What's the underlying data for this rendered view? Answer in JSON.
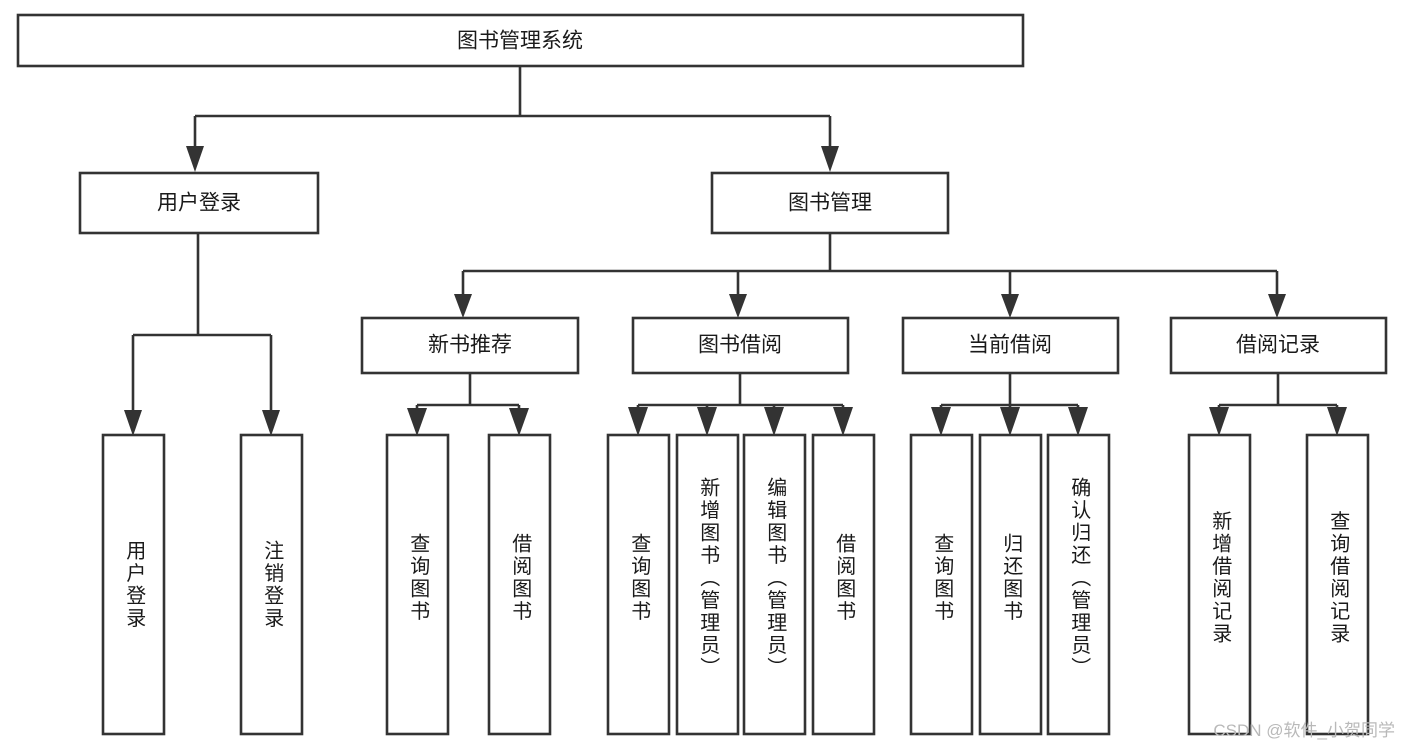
{
  "diagram": {
    "type": "tree-hierarchy",
    "title": "图书管理系统",
    "watermark": "CSDN @软件_小贺同学",
    "colors": {
      "box_stroke": "#333333",
      "box_fill": "#ffffff",
      "text": "#1a1a1a",
      "background": "#ffffff",
      "watermark": "#b9b9b9"
    },
    "root": {
      "id": "root",
      "label": "图书管理系统",
      "orientation": "horizontal"
    },
    "level1": [
      {
        "id": "user-login",
        "label": "用户登录",
        "orientation": "horizontal"
      },
      {
        "id": "book-management",
        "label": "图书管理",
        "orientation": "horizontal"
      }
    ],
    "level2": [
      {
        "id": "new-book-recommend",
        "label": "新书推荐",
        "orientation": "horizontal",
        "parent": "book-management"
      },
      {
        "id": "book-borrow",
        "label": "图书借阅",
        "orientation": "horizontal",
        "parent": "book-management"
      },
      {
        "id": "current-borrow",
        "label": "当前借阅",
        "orientation": "horizontal",
        "parent": "book-management"
      },
      {
        "id": "borrow-record",
        "label": "借阅记录",
        "orientation": "horizontal",
        "parent": "book-management"
      }
    ],
    "leaves": [
      {
        "id": "leaf-user-login",
        "label": "用户登录",
        "orientation": "vertical",
        "parent": "user-login"
      },
      {
        "id": "leaf-user-logout",
        "label": "注销登录",
        "orientation": "vertical",
        "parent": "user-login"
      },
      {
        "id": "leaf-query-book-1",
        "label": "查询图书",
        "orientation": "vertical",
        "parent": "new-book-recommend"
      },
      {
        "id": "leaf-borrow-book-1",
        "label": "借阅图书",
        "orientation": "vertical",
        "parent": "new-book-recommend"
      },
      {
        "id": "leaf-query-book-2",
        "label": "查询图书",
        "orientation": "vertical",
        "parent": "book-borrow"
      },
      {
        "id": "leaf-add-book",
        "label": "新增图书（管理员）",
        "orientation": "vertical",
        "parent": "book-borrow"
      },
      {
        "id": "leaf-edit-book",
        "label": "编辑图书（管理员）",
        "orientation": "vertical",
        "parent": "book-borrow"
      },
      {
        "id": "leaf-borrow-book-2",
        "label": "借阅图书",
        "orientation": "vertical",
        "parent": "book-borrow"
      },
      {
        "id": "leaf-query-book-3",
        "label": "查询图书",
        "orientation": "vertical",
        "parent": "current-borrow"
      },
      {
        "id": "leaf-return-book",
        "label": "归还图书",
        "orientation": "vertical",
        "parent": "current-borrow"
      },
      {
        "id": "leaf-confirm-return",
        "label": "确认归还（管理员）",
        "orientation": "vertical",
        "parent": "current-borrow"
      },
      {
        "id": "leaf-add-record",
        "label": "新增借阅记录",
        "orientation": "vertical",
        "parent": "borrow-record"
      },
      {
        "id": "leaf-query-record",
        "label": "查询借阅记录",
        "orientation": "vertical",
        "parent": "borrow-record"
      }
    ]
  }
}
